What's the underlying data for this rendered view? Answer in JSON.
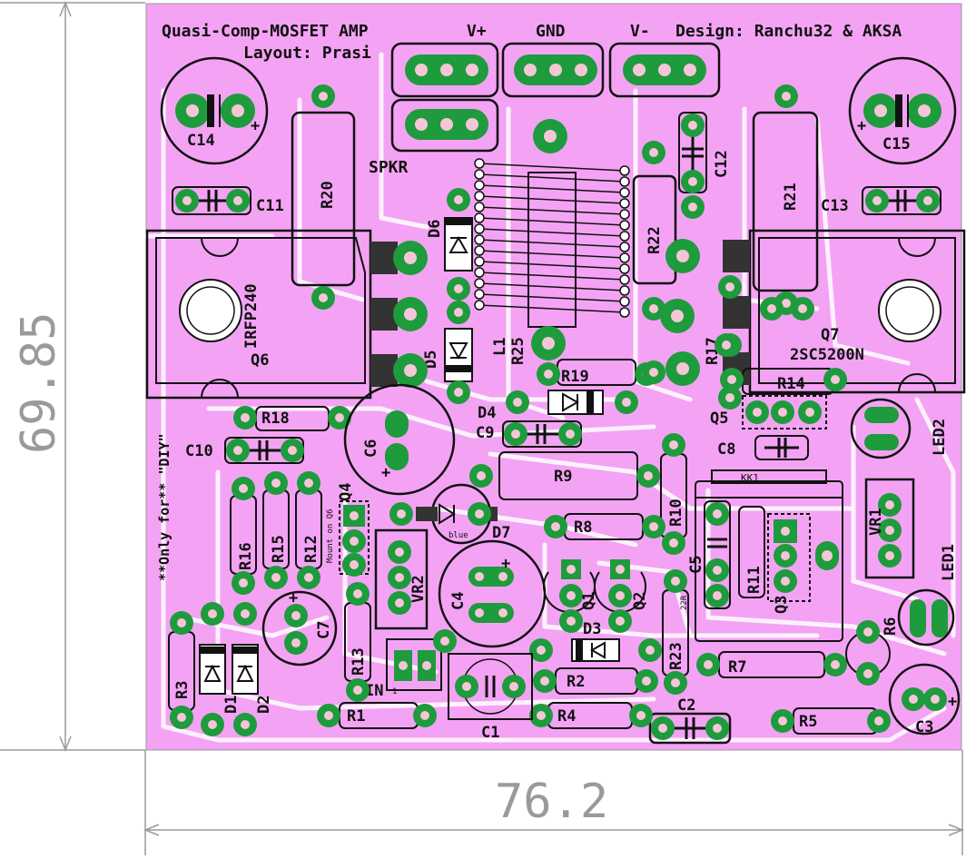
{
  "board": {
    "title": "Quasi-Comp-MOSFET AMP",
    "layout_credit": "Layout: Prasi",
    "design_credit": "Design: Ranchu32 & AKSA",
    "connectors": {
      "vplus": "V+",
      "gnd": "GND",
      "vminus": "V-",
      "spkr": "SPKR",
      "in": "IN"
    },
    "side_note": "**Only for** \"DIY\"",
    "pcb_color": "#f4a3f4",
    "copper_color": "#1e9b3c",
    "silk_color": "#111111",
    "pad_hole_color": "#f5c6d6"
  },
  "dimensions": {
    "width": "76.2",
    "height": "69.85"
  },
  "labels": {
    "q6": "Q6",
    "irfp240": "IRFP240",
    "q7": "Q7",
    "sc5200": "2SC5200N",
    "c14": "C14",
    "c15": "C15",
    "c11": "C11",
    "c13": "C13",
    "c12": "C12",
    "r20": "R20",
    "r21": "R21",
    "r22": "R22",
    "d6": "D6",
    "d5": "D5",
    "l1": "L1",
    "r25": "R25",
    "r17": "R17",
    "r19": "R19",
    "r14": "R14",
    "d4": "D4",
    "c9": "C9",
    "q5": "Q5",
    "c8": "C8",
    "led2": "LED2",
    "r18": "R18",
    "c10": "C10",
    "c6": "C6",
    "r9": "R9",
    "kk1": "KK1",
    "q4": "Q4",
    "r16": "R16",
    "r15": "R15",
    "r12": "R12",
    "mount": "Mount on Q6",
    "blue": "blue",
    "d7": "D7",
    "r8": "R8",
    "r10": "R10",
    "vr1": "VR1",
    "vr2": "VR2",
    "c4": "C4",
    "c5": "C5",
    "r11": "R11",
    "q3": "Q3",
    "q1": "Q1",
    "q2": "Q2",
    "led1": "LED1",
    "c7": "C7",
    "r13": "R13",
    "d3": "D3",
    "r23": "R23",
    "r6": "R6",
    "r3": "R3",
    "d1": "D1",
    "d2": "D2",
    "r2": "R2",
    "r7": "R7",
    "r1": "R1",
    "c1": "C1",
    "r4": "R4",
    "c2": "C2",
    "r5": "R5",
    "c3": "C3",
    "val22r": "22R",
    "pin1": "1"
  }
}
